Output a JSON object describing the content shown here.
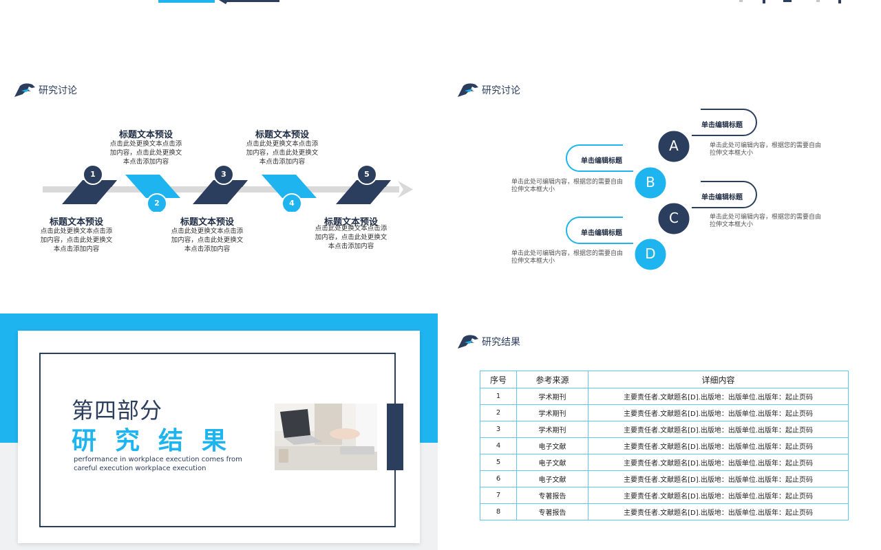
{
  "colors": {
    "accent": "#1eb4ef",
    "navy": "#2b3e5e",
    "gray": "#d9d9d9"
  },
  "icons": {
    "section_logo": "eagle-head-icon"
  },
  "slide1": {
    "header": "研究讨论",
    "steps": [
      {
        "num": "1",
        "title": "标题文本预设",
        "desc": "点击此处更换文本点击添加内容，点击此处更换文本点击添加内容"
      },
      {
        "num": "2",
        "title": "标题文本预设",
        "desc": "点击此处更换文本点击添加内容，点击此处更换文本点击添加内容"
      },
      {
        "num": "3",
        "title": "标题文本预设",
        "desc": "点击此处更换文本点击添加内容，点击此处更换文本点击添加内容"
      },
      {
        "num": "4",
        "title": "标题文本预设",
        "desc": "点击此处更换文本点击添加内容，点击此处更换文本点击添加内容"
      },
      {
        "num": "5",
        "title": "标题文本预设",
        "desc": "点击此处更换文本点击添加内容，点击此处更换文本点击添加内容"
      }
    ]
  },
  "slide2": {
    "header": "研究讨论",
    "items": [
      {
        "letter": "A",
        "label": "单击编辑标题",
        "desc": "单击此处可编辑内容，根据您的需要自由拉伸文本框大小"
      },
      {
        "letter": "B",
        "label": "单击编辑标题",
        "desc": "单击此处可编辑内容，根据您的需要自由拉伸文本框大小"
      },
      {
        "letter": "C",
        "label": "单击编辑标题",
        "desc": "单击此处可编辑内容，根据您的需要自由拉伸文本框大小"
      },
      {
        "letter": "D",
        "label": "单击编辑标题",
        "desc": "单击此处可编辑内容，根据您的需要自由拉伸文本框大小"
      }
    ]
  },
  "slide3": {
    "part": "第四部分",
    "title": "研究结果",
    "subtitle": "performance in workplace execution comes from careful execution workplace execution"
  },
  "slide4": {
    "header": "研究结果",
    "columns": [
      "序号",
      "参考来源",
      "详细内容"
    ],
    "rows": [
      [
        "1",
        "学术期刊",
        "主要责任者.文献题名[D].出版地：出版单位.出版年：起止页码"
      ],
      [
        "2",
        "学术期刊",
        "主要责任者.文献题名[D].出版地：出版单位.出版年：起止页码"
      ],
      [
        "3",
        "学术期刊",
        "主要责任者.文献题名[D].出版地：出版单位.出版年：起止页码"
      ],
      [
        "4",
        "电子文献",
        "主要责任者.文献题名[D].出版地：出版单位.出版年：起止页码"
      ],
      [
        "5",
        "电子文献",
        "主要责任者.文献题名[D].出版地：出版单位.出版年：起止页码"
      ],
      [
        "6",
        "电子文献",
        "主要责任者.文献题名[D].出版地：出版单位.出版年：起止页码"
      ],
      [
        "7",
        "专著报告",
        "主要责任者.文献题名[D].出版地：出版单位.出版年：起止页码"
      ],
      [
        "8",
        "专著报告",
        "主要责任者.文献题名[D].出版地：出版单位.出版年：起止页码"
      ]
    ]
  }
}
